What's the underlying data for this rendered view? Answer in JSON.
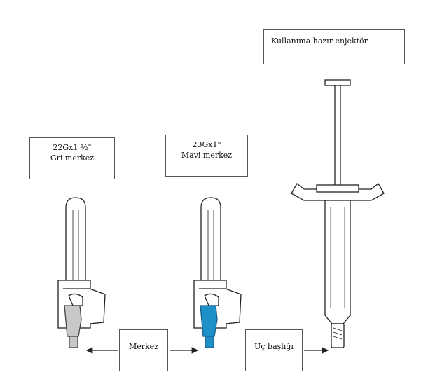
{
  "labels": {
    "syringe": "Kullanıma hazır enjektör",
    "needle_grey_gauge": "22Gx1 ½\"",
    "needle_grey_hub": "Gri merkez",
    "needle_blue_gauge": "23Gx1\"",
    "needle_blue_hub": "Mavi merkez",
    "hub": "Merkez",
    "tip_cap": "Uç başlığı"
  },
  "colors": {
    "grey_hub": "#c8c8c8",
    "blue_hub": "#1e90c8",
    "outline": "#222222"
  }
}
